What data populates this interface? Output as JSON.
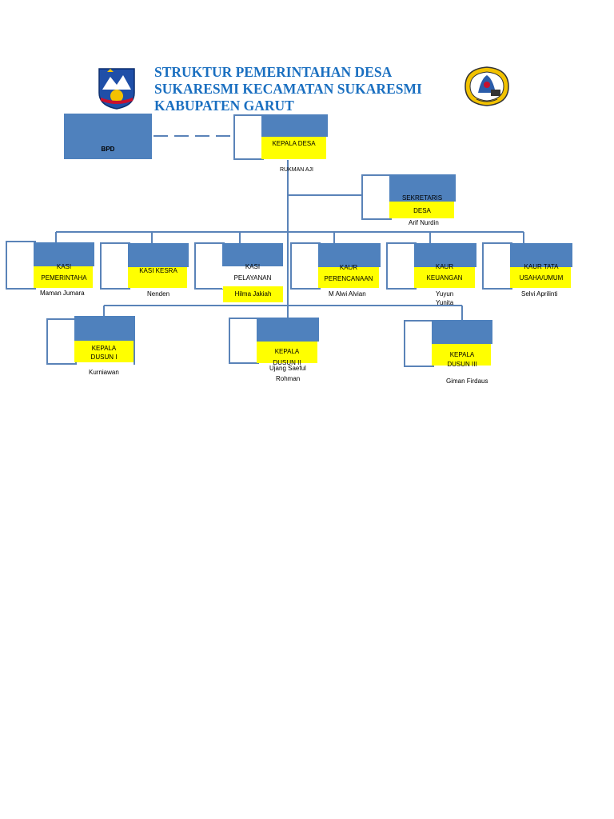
{
  "title": {
    "line1": "STRUKTUR PEMERINTAHAN DESA",
    "line2": "SUKARESMI KECAMATAN SUKARESMI",
    "line3": "KABUPATEN GARUT"
  },
  "bpd": {
    "label": "BPD"
  },
  "kepala_desa": {
    "label": "KEPALA DESA",
    "name": "RUKMAN AJI"
  },
  "sekretaris": {
    "label_line1": "SEKRETARIS",
    "label_line2": "DESA",
    "name": "Arif Nurdin"
  },
  "staff": [
    {
      "label_line1": "KASI",
      "label_line2": "PEMERINTAHA",
      "name": "Maman Jumara"
    },
    {
      "label_line1": "KASI KESRA",
      "label_line2": "",
      "name": "Nenden"
    },
    {
      "label_line1": "KASI",
      "label_line2": "PELAYANAN",
      "name": "Hilma Jakiah"
    },
    {
      "label_line1": "KAUR",
      "label_line2": "PERENCANAAN",
      "name": "M Alwi Alvian"
    },
    {
      "label_line1": "KAUR",
      "label_line2": "KEUANGAN",
      "name": "Yuyun",
      "name2": "Yunita"
    },
    {
      "label_line1": "KAUR TATA",
      "label_line2": "USAHA/UMUM",
      "name": "Selvi Aprilinti"
    }
  ],
  "dusun": [
    {
      "label_line1": "KEPALA",
      "label_line2": "DUSUN I",
      "name": "Kurniawan"
    },
    {
      "label_line1": "KEPALA",
      "label_line2": "DUSUN II",
      "name": "Ujang Saeful",
      "name2": "Rohman"
    },
    {
      "label_line1": "KEPALA",
      "label_line2": "DUSUN III",
      "name": "Giman Firdaus"
    }
  ],
  "colors": {
    "title": "#1a6fc0",
    "box_blue": "#4f81bd",
    "highlight": "#ffff00",
    "line": "#5a83b8"
  }
}
